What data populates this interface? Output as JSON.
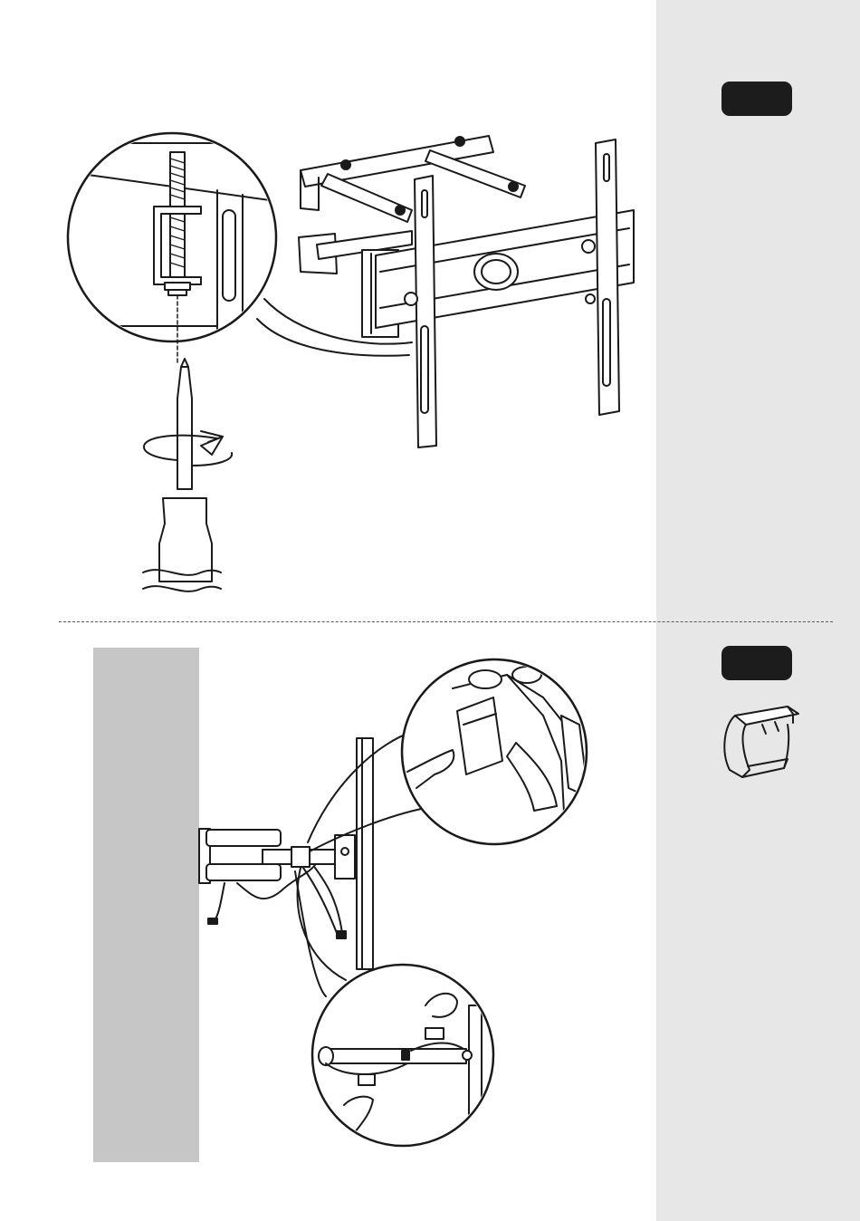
{
  "page": {
    "step_badges": [
      "",
      ""
    ]
  },
  "colors": {
    "sidebar_bg": "#e7e7e7",
    "badge_bg": "#1c1c1c",
    "wall_bg": "#c6c6c6",
    "line": "#1a1a1a"
  },
  "icons": {
    "top_illustration": "tilting-tv-mount-with-screwdriver",
    "bottom_illustration": "cable-clip-installation-on-arm",
    "part_icon": "cable-clip-part"
  }
}
